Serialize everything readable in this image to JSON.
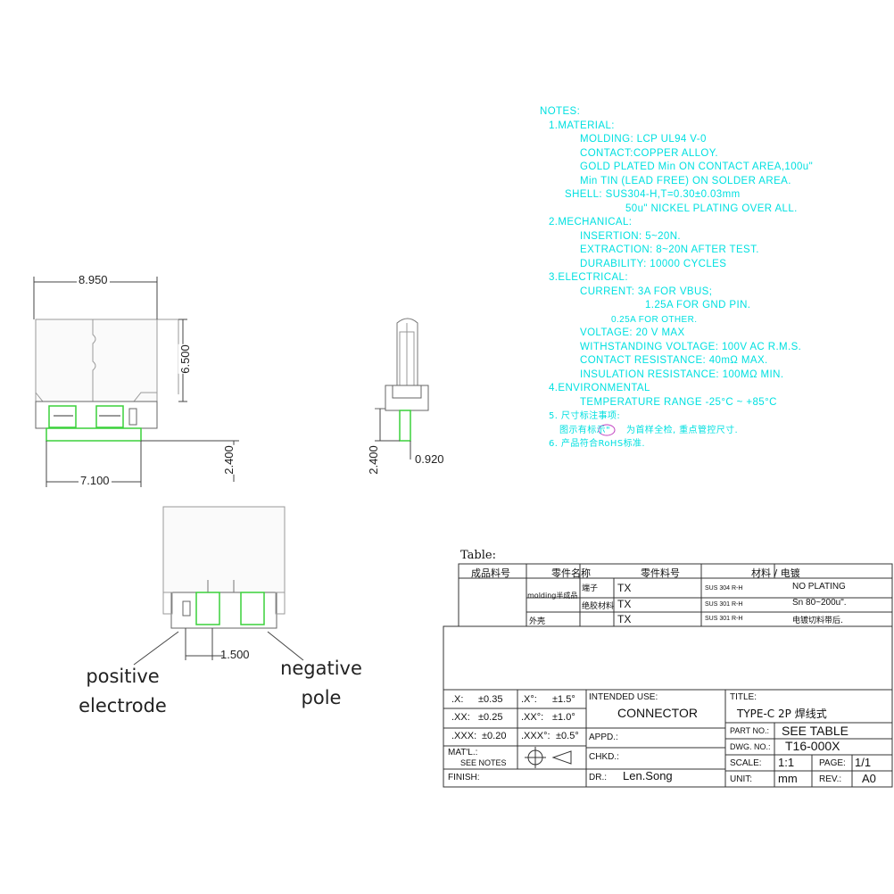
{
  "dims": {
    "width_top": "8.950",
    "height_side": "6.500",
    "bottom_width": "7.100",
    "pin_height_front": "2.400",
    "pin_height_side": "2.400",
    "pin_width": "0.920",
    "pitch": "1.500"
  },
  "callouts": {
    "positive": "positive electrode",
    "negative": "negative pole"
  },
  "notes": {
    "header": "NOTES:",
    "material": "1.MATERIAL:",
    "molding": "MOLDING: LCP UL94 V-0",
    "contact": "CONTACT:COPPER ALLOY.",
    "gold": "GOLD PLATED Min ON CONTACT AREA,100u\"",
    "tin": "Min TIN (LEAD FREE) ON SOLDER AREA.",
    "shell": "SHELL: SUS304-H,T=0.30±0.03mm",
    "nickel": "50u\" NICKEL PLATING OVER ALL.",
    "mechanical": "2.MECHANICAL:",
    "insertion": "INSERTION: 5~20N.",
    "extraction": "EXTRACTION: 8~20N AFTER TEST.",
    "durability": "DURABILITY: 10000 CYCLES",
    "electrical": "3.ELECTRICAL:",
    "current": "CURRENT: 3A FOR VBUS;",
    "current_gnd": "1.25A FOR GND PIN.",
    "current_other": "0.25A FOR OTHER.",
    "voltage": "VOLTAGE: 20 V MAX",
    "withstanding": "WITHSTANDING VOLTAGE: 100V AC R.M.S.",
    "contact_res": "CONTACT RESISTANCE: 40mΩ MAX.",
    "insulation": "INSULATION RESISTANCE: 100MΩ MIN.",
    "environmental": "4.ENVIRONMENTAL",
    "temperature": "TEMPERATURE RANGE -25°C ~ +85°C",
    "note5": "5. 尺寸标注事项:",
    "note5a": "图示有标示\"",
    "note5b": "为首样全检, 重点管控尺寸.",
    "note6": "6. 产品符合RoHS标准."
  },
  "table": {
    "title": "Table:",
    "headers": [
      "成品料号",
      "零件名称",
      "零件料号",
      "材料 / 电镀"
    ],
    "rows": [
      {
        "group": "molding半成品",
        "part": "端子",
        "pn": "TX",
        "mat": "SUS 304 R-H",
        "plating": "NO PLATING"
      },
      {
        "group": "",
        "part": "绝胶材料",
        "pn": "TX",
        "mat": "SUS 301 R-H",
        "plating": "Sn 80~200u\"."
      },
      {
        "group": "外壳",
        "part": "",
        "pn": "TX",
        "mat": "SUS 301 R-H",
        "plating": "电镀切料带后."
      }
    ]
  },
  "title_block": {
    "tol_x": ".X:",
    "tol_x_v": "±0.35",
    "ang_x": ".X°:",
    "ang_x_v": "±1.5°",
    "tol_xx": ".XX:",
    "tol_xx_v": "±0.25",
    "ang_xx": ".XX°:",
    "ang_xx_v": "±1.0°",
    "tol_xxx": ".XXX:",
    "tol_xxx_v": "±0.20",
    "ang_xxx": ".XXX°:",
    "ang_xxx_v": "±0.5°",
    "matl_label": "MAT'L.:",
    "matl_value": "SEE NOTES",
    "finish_label": "FINISH:",
    "intended_label": "INTENDED USE:",
    "intended_value": "CONNECTOR",
    "appd_label": "APPD.:",
    "chkd_label": "CHKD.:",
    "dr_label": "DR.:",
    "dr_value": "Len.Song",
    "title_label": "TITLE:",
    "title_value": "TYPE-C 2P 焊线式",
    "partno_label": "PART NO.:",
    "partno_value": "SEE TABLE",
    "dwgno_label": "DWG. NO.:",
    "dwgno_value": "T16-000X",
    "scale_label": "SCALE:",
    "scale_value": "1:1",
    "page_label": "PAGE:",
    "page_value": "1/1",
    "unit_label": "UNIT:",
    "unit_value": "mm",
    "rev_label": "REV.:",
    "rev_value": "A0"
  },
  "colors": {
    "notes": "#00e0e0",
    "pad_green": "#3ad13a",
    "line": "#333333"
  }
}
